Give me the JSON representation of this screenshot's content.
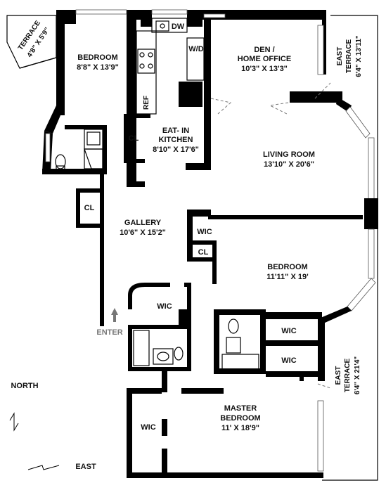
{
  "rooms": {
    "terrace_nw": {
      "name": "TERRACE",
      "dims": "4'8\" X 5'9\""
    },
    "bedroom_nw": {
      "name": "BEDROOM",
      "dims": "8'8\" X 13'9\""
    },
    "kitchen": {
      "name_line1": "EAT- IN",
      "name_line2": "KITCHEN",
      "dims": "8'10\" X 17'6\""
    },
    "den": {
      "name_line1": "DEN /",
      "name_line2": "HOME OFFICE",
      "dims": "10'3\" X 13'3\""
    },
    "east_terrace_top": {
      "name_line1": "EAST",
      "name_line2": "TERRACE",
      "dims": "6'4\" X 13'11\""
    },
    "living": {
      "name": "LIVING ROOM",
      "dims": "13'10\" X 20'6\""
    },
    "gallery": {
      "name": "GALLERY",
      "dims": "10'6\" X 15'2\""
    },
    "bedroom_mid": {
      "name": "BEDROOM",
      "dims": "11'11\" X 19'"
    },
    "east_terrace_bottom": {
      "name_line1": "EAST",
      "name_line2": "TERRACE",
      "dims": "6'4\" X 21'4\""
    },
    "master": {
      "name_line1": "MASTER",
      "name_line2": "BEDROOM",
      "dims": "11' X 18'9\""
    }
  },
  "fixtures": {
    "dw": "DW",
    "wd": "W/D",
    "ref": "REF",
    "cl": "CL",
    "wic": "WIC"
  },
  "entry": {
    "label": "ENTER"
  },
  "compass": {
    "north": "NORTH",
    "east": "EAST"
  }
}
